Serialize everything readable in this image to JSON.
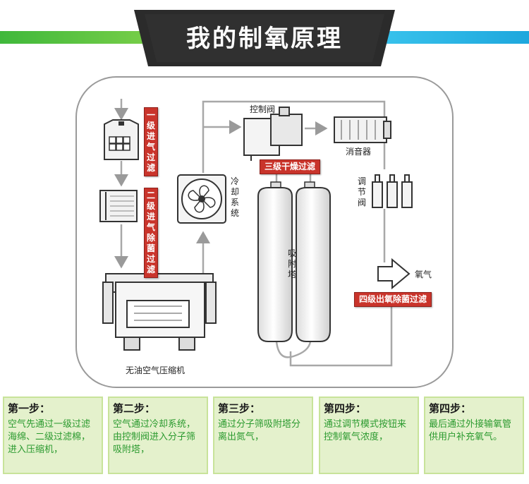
{
  "title": "我的制氧原理",
  "colors": {
    "green": "#3fb83b",
    "cyan": "#1fb3e6",
    "dark": "#2b2b2b",
    "red": "#c9342b",
    "step_bg": "#e4f1cc",
    "step_text": "#2b9a2f"
  },
  "diagram": {
    "labels": {
      "filter1": "一级进气过滤",
      "filter2": "二级进气除菌过滤",
      "control_valve": "控制阀",
      "muffler": "消音器",
      "dryer": "三级干燥过滤",
      "cooling": "冷却系统",
      "adsorption": "吸附塔",
      "regulator": "调节阀",
      "oxygen": "氧气",
      "filter4": "四级出氧除菌过滤",
      "compressor": "无油空气压缩机"
    }
  },
  "steps": [
    {
      "title": "第一步：",
      "text": "空气先通过一级过滤海绵、二级过滤棉，进入压缩机，"
    },
    {
      "title": "第二步：",
      "text": "空气通过冷却系统，由控制阀进入分子筛吸附塔，"
    },
    {
      "title": "第三步：",
      "text": "通过分子筛吸附塔分离出氮气，"
    },
    {
      "title": "第四步：",
      "text": "通过调节模式按钮来控制氧气浓度，"
    },
    {
      "title": "第四步：",
      "text": "最后通过外接输氧管供用户补充氧气。"
    }
  ]
}
